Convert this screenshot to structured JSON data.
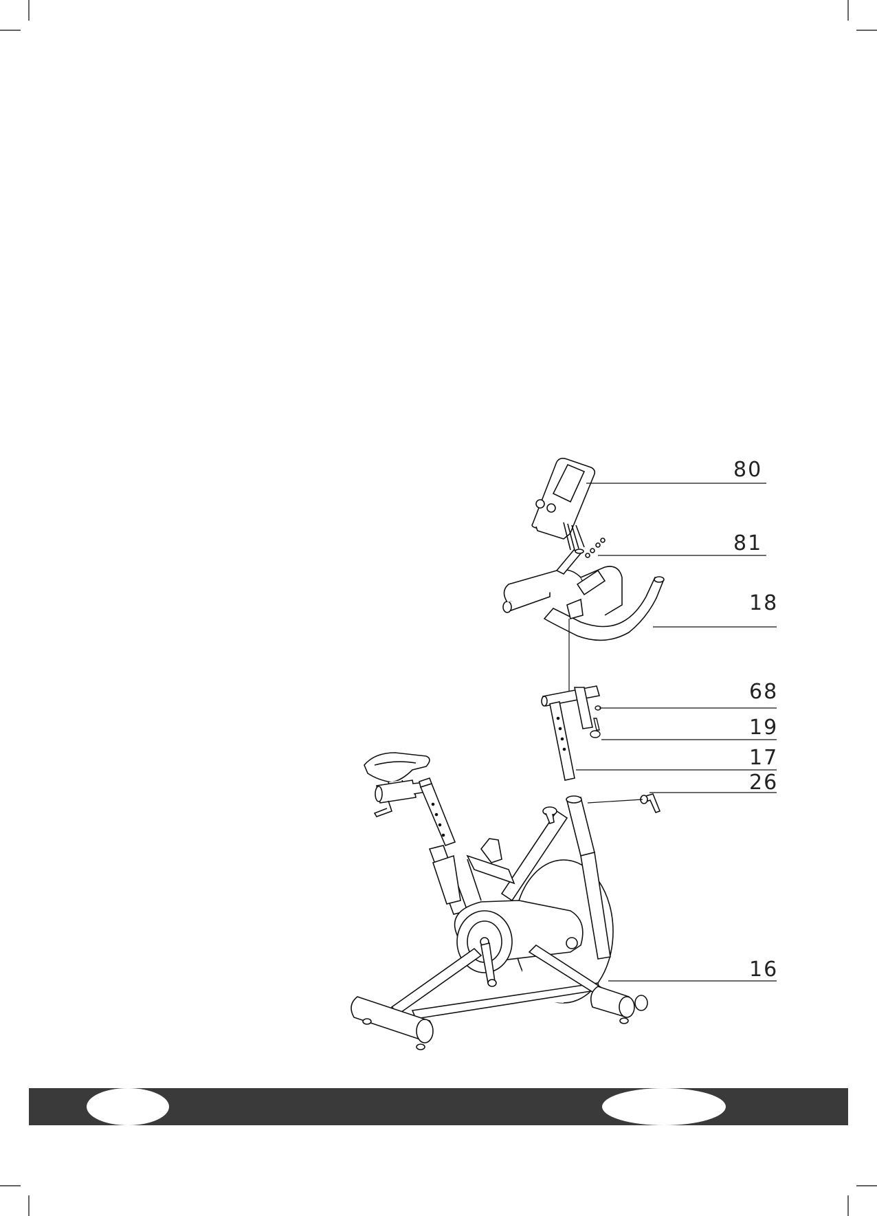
{
  "parts": [
    {
      "id": "console",
      "number": "80"
    },
    {
      "id": "console-screws",
      "number": "81"
    },
    {
      "id": "handlebar",
      "number": "18"
    },
    {
      "id": "washer",
      "number": "68"
    },
    {
      "id": "bolt",
      "number": "19"
    },
    {
      "id": "handlebar-post",
      "number": "17"
    },
    {
      "id": "knob",
      "number": "26"
    },
    {
      "id": "main-frame",
      "number": "16"
    }
  ],
  "footer_bar": {
    "color": "#3a3a3a"
  }
}
